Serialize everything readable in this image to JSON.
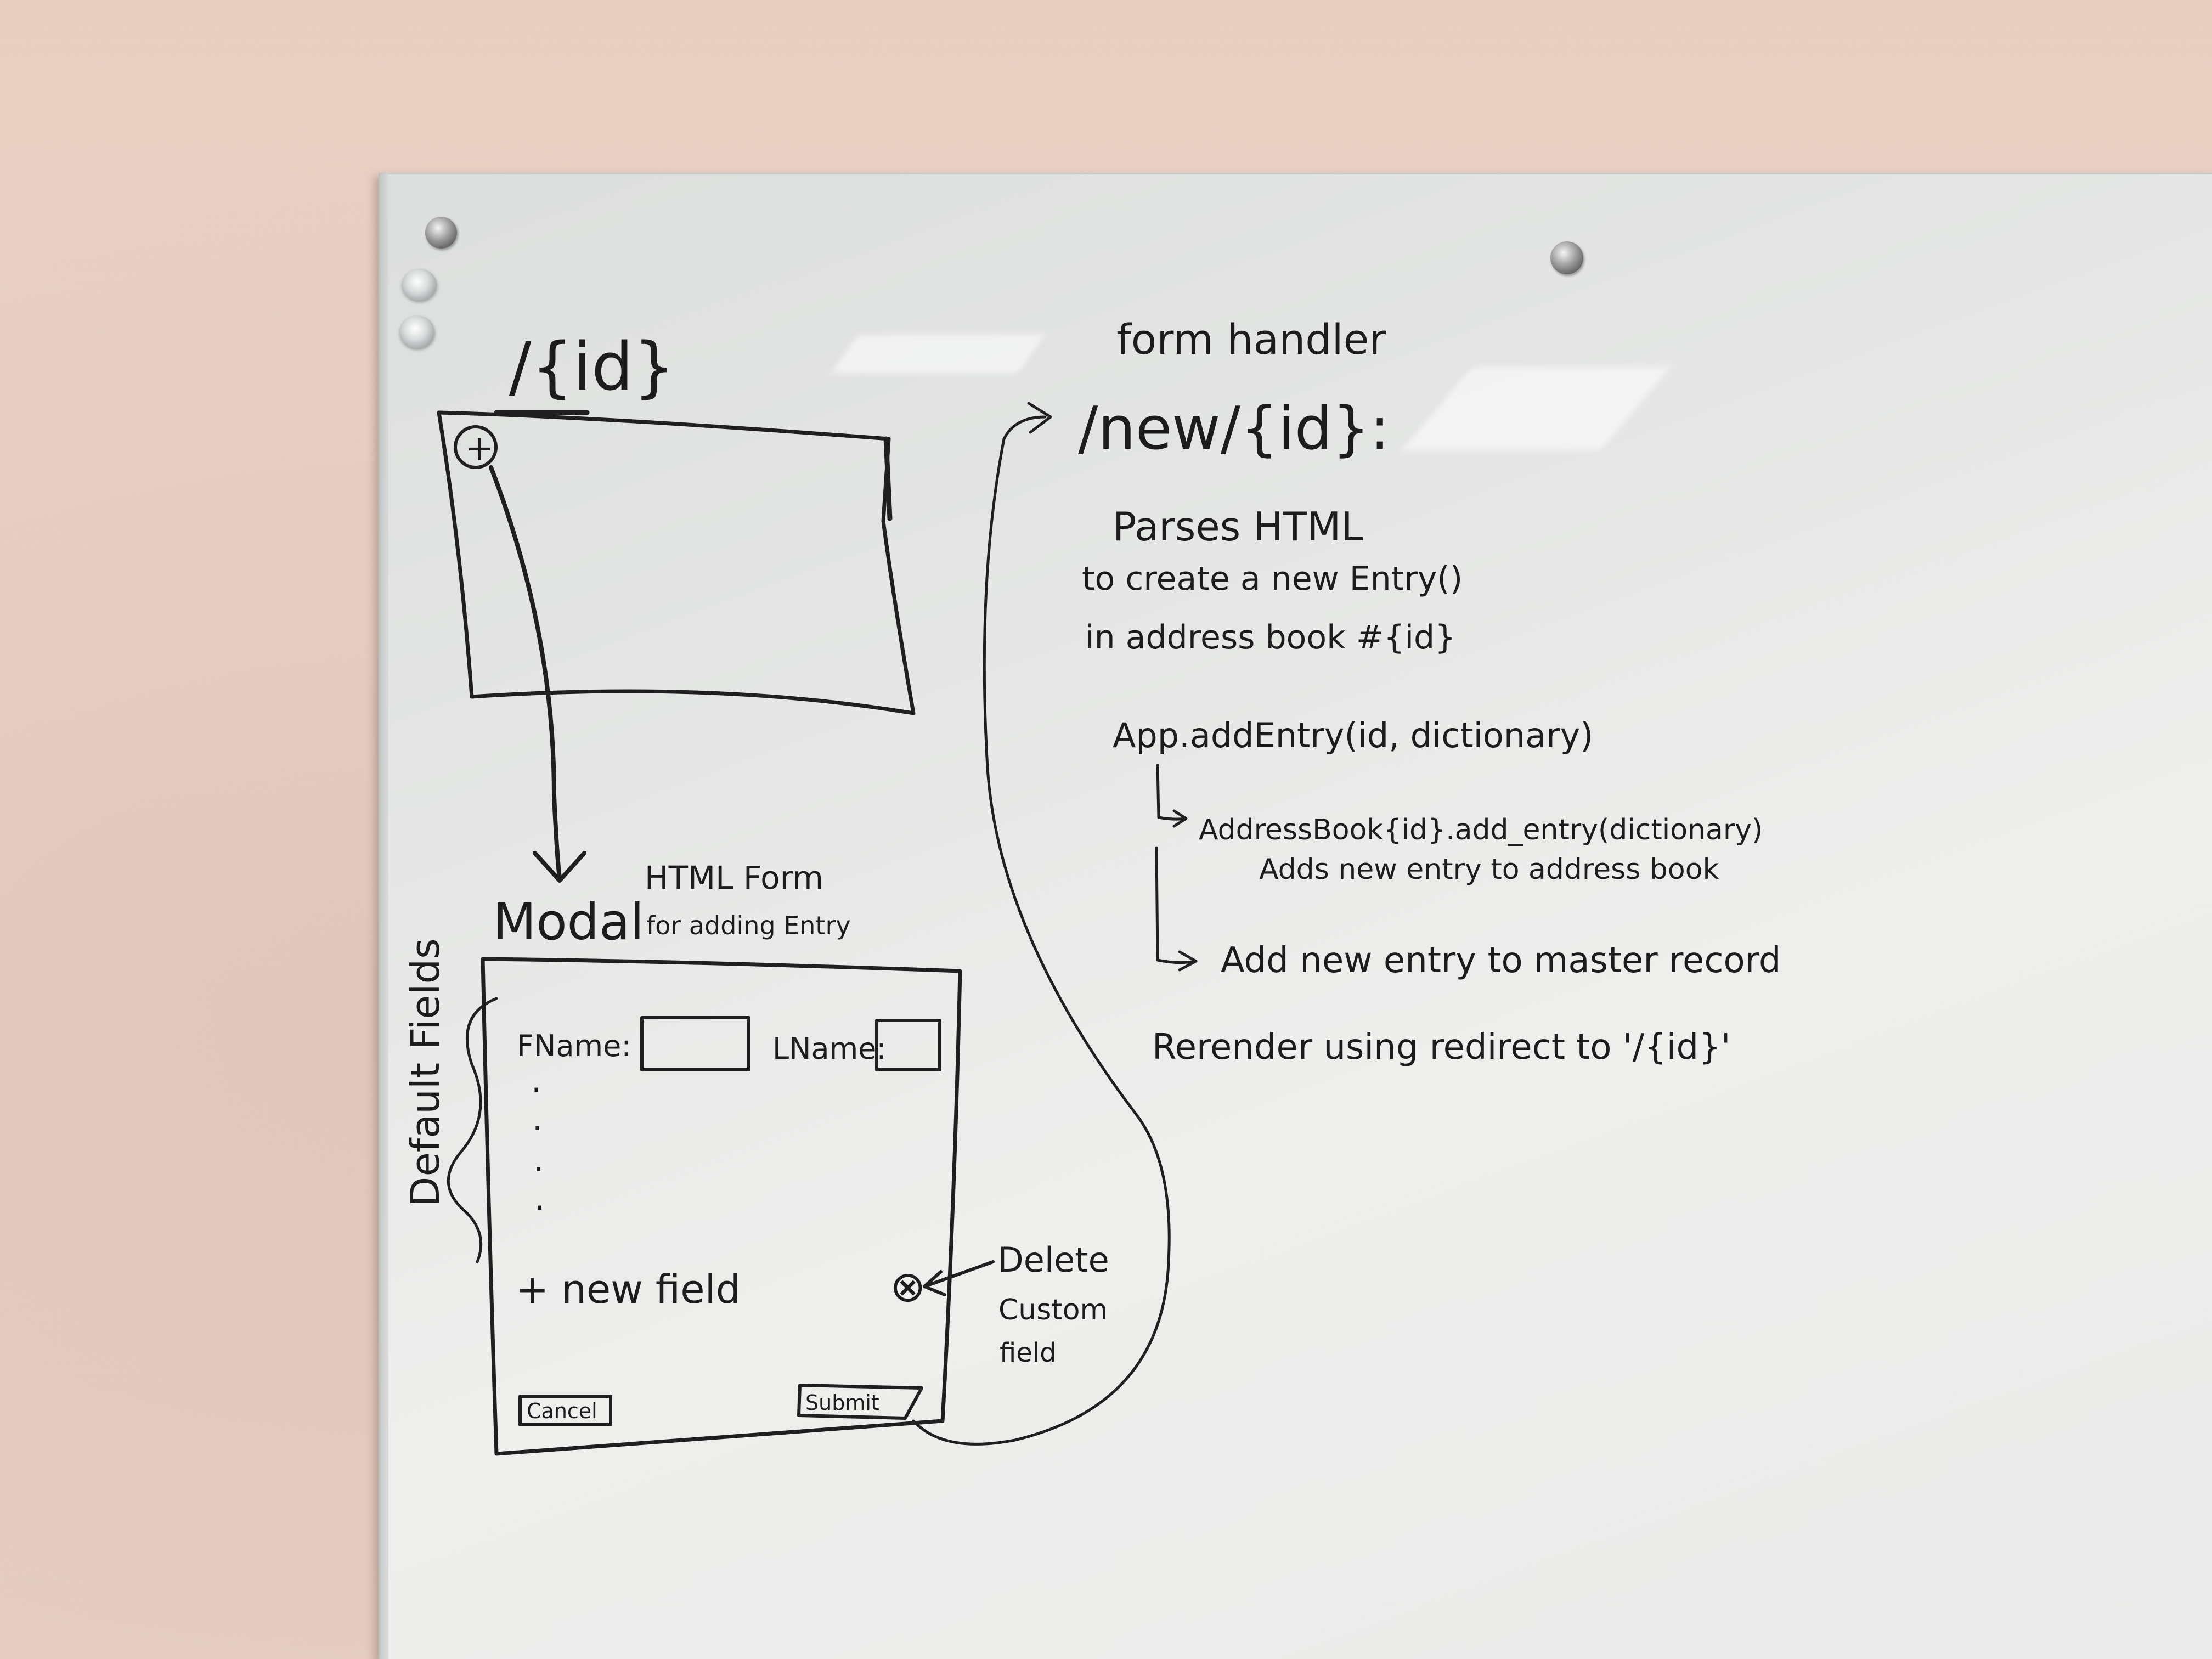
{
  "sketch": {
    "route_label": "/{id}",
    "plus_glyph": "+"
  },
  "modal": {
    "label": "Modal",
    "caption_line1": "HTML Form",
    "caption_line2": "for adding Entry",
    "default_fields_label": "Default Fields",
    "fname_label": "FName:",
    "lname_label": "LName:",
    "dots": [
      ".",
      ".",
      ".",
      "."
    ],
    "new_field_label": "+ new field",
    "delete_glyph": "⊗",
    "delete_note_line1": "Delete",
    "delete_note_line2": "Custom",
    "delete_note_line3": "field",
    "cancel_label": "Cancel",
    "submit_label": "Submit"
  },
  "handler": {
    "title": "form handler",
    "route": "/new/{id}:",
    "desc_line1": "Parses HTML",
    "desc_line2": "to create a new Entry()",
    "desc_line3": "in address book #{id}",
    "call_1": "App.addEntry(id, dictionary)",
    "call_2": "AddressBook{id}.add_entry(dictionary)",
    "call_2_note": "Adds new entry to address book",
    "call_3": "Add new entry to master record",
    "rerender": "Rerender using redirect to '/{id}'"
  }
}
